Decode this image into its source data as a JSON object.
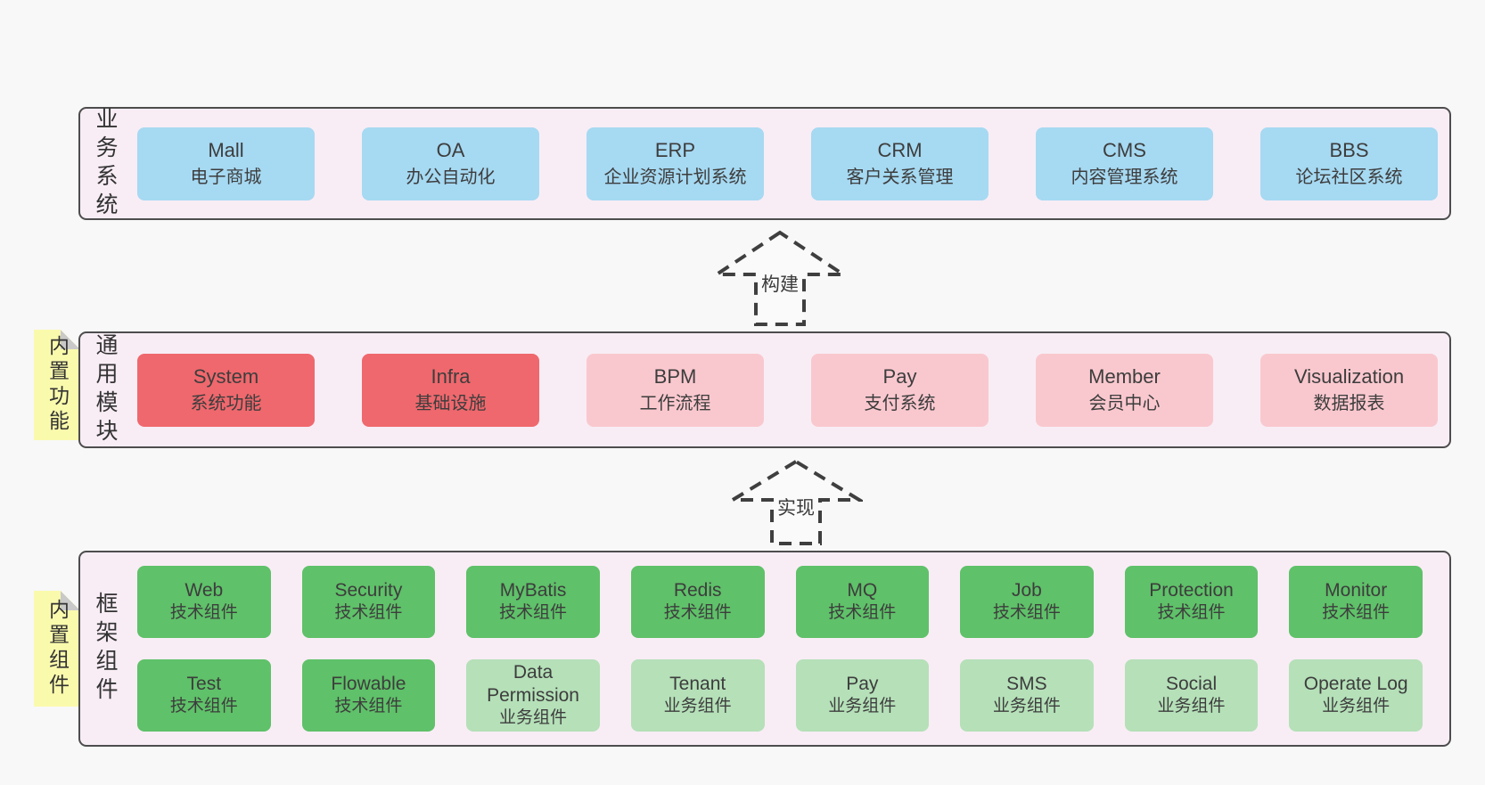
{
  "diagram": {
    "business": {
      "label": "业务系统",
      "boxes": [
        {
          "name": "Mall",
          "desc": "电子商城"
        },
        {
          "name": "OA",
          "desc": "办公自动化"
        },
        {
          "name": "ERP",
          "desc": "企业资源计划系统"
        },
        {
          "name": "CRM",
          "desc": "客户关系管理"
        },
        {
          "name": "CMS",
          "desc": "内容管理系统"
        },
        {
          "name": "BBS",
          "desc": "论坛社区系统"
        }
      ]
    },
    "arrows": [
      {
        "label": "构建"
      },
      {
        "label": "实现"
      }
    ],
    "modules": {
      "label": "通用模块",
      "note": "内置功能",
      "boxes": [
        {
          "name": "System",
          "desc": "系统功能",
          "variant": "red"
        },
        {
          "name": "Infra",
          "desc": "基础设施",
          "variant": "red"
        },
        {
          "name": "BPM",
          "desc": "工作流程",
          "variant": "pink"
        },
        {
          "name": "Pay",
          "desc": "支付系统",
          "variant": "pink"
        },
        {
          "name": "Member",
          "desc": "会员中心",
          "variant": "pink"
        },
        {
          "name": "Visualization",
          "desc": "数据报表",
          "variant": "pink"
        }
      ]
    },
    "framework": {
      "label": "框架组件",
      "note": "内置组件",
      "row1": [
        {
          "name": "Web",
          "desc": "技术组件",
          "variant": "green"
        },
        {
          "name": "Security",
          "desc": "技术组件",
          "variant": "green"
        },
        {
          "name": "MyBatis",
          "desc": "技术组件",
          "variant": "green"
        },
        {
          "name": "Redis",
          "desc": "技术组件",
          "variant": "green"
        },
        {
          "name": "MQ",
          "desc": "技术组件",
          "variant": "green"
        },
        {
          "name": "Job",
          "desc": "技术组件",
          "variant": "green"
        },
        {
          "name": "Protection",
          "desc": "技术组件",
          "variant": "green"
        },
        {
          "name": "Monitor",
          "desc": "技术组件",
          "variant": "green"
        }
      ],
      "row2": [
        {
          "name": "Test",
          "desc": "技术组件",
          "variant": "green"
        },
        {
          "name": "Flowable",
          "desc": "技术组件",
          "variant": "green"
        },
        {
          "name": "Data Permission",
          "desc": "业务组件",
          "variant": "lightgreen"
        },
        {
          "name": "Tenant",
          "desc": "业务组件",
          "variant": "lightgreen"
        },
        {
          "name": "Pay",
          "desc": "业务组件",
          "variant": "lightgreen"
        },
        {
          "name": "SMS",
          "desc": "业务组件",
          "variant": "lightgreen"
        },
        {
          "name": "Social",
          "desc": "业务组件",
          "variant": "lightgreen"
        },
        {
          "name": "Operate Log",
          "desc": "业务组件",
          "variant": "lightgreen"
        }
      ]
    },
    "colors": {
      "box_blue": "#a6d9f2",
      "box_red": "#ef686d",
      "box_pink": "#f9c8ce",
      "box_green": "#5fc169",
      "box_light_green": "#b5e0b8",
      "band_background": "#f8edf5",
      "band_border": "#4d4d4d",
      "note_yellow": "#fafaad",
      "page_background": "#f8f8f8"
    }
  }
}
